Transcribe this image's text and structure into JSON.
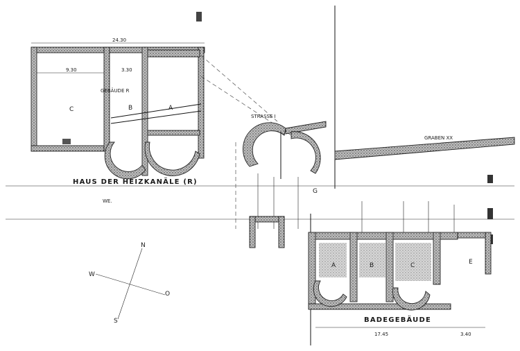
{
  "labels": {
    "building_r": "GEBÄUDE R",
    "heizkanale": "HAUS DER HEIZKANÄLE (R)",
    "strasse": "STRASSE I",
    "graben": "GRABEN XX",
    "badegebaude": "BADEGEBÄUDE",
    "we": "WE.",
    "g": "G",
    "room_c": "C",
    "room_b": "B",
    "room_a": "A",
    "bath_a": "A",
    "bath_b": "B",
    "bath_c": "C",
    "bath_e": "E"
  },
  "dimensions": {
    "top_width": "24.30",
    "left_width": "9.30",
    "mid_width": "3.30",
    "bath_width": "17.45",
    "bath_right": "3.40"
  },
  "compass": {
    "n": "N",
    "s": "S",
    "w": "W",
    "o": "O"
  },
  "colors": {
    "ink": "#1a1a1a",
    "paper": "#ffffff",
    "masonry": "#6e6e6e"
  }
}
